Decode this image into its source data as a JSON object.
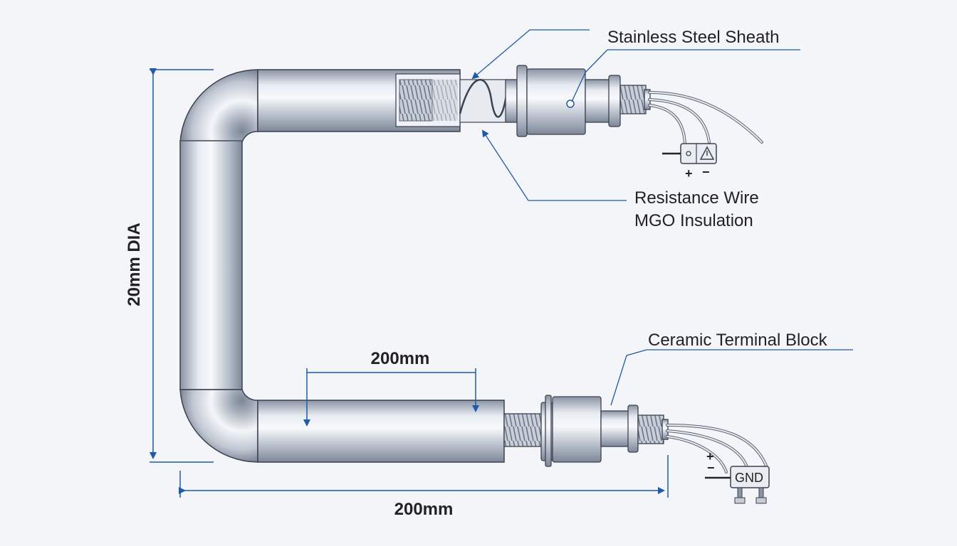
{
  "labels": {
    "sheath": "Stainless Steel Sheath",
    "resistance_wire": "Resistance Wire",
    "mgo_insulation": "MGO Insulation",
    "terminal_block": "Ceramic Terminal Block",
    "height_dim": "20mm DIA",
    "overall_length": "200mm",
    "section_length": "200mm",
    "gnd": "GND",
    "plus": "+",
    "minus": "−"
  },
  "colors": {
    "accent": "#1e5aa8",
    "metal_light": "#f4f6f9",
    "metal_mid": "#c6ccd6",
    "metal_dark": "#8a94a3",
    "outline": "#3b4252",
    "background": "#f3f5f9"
  }
}
